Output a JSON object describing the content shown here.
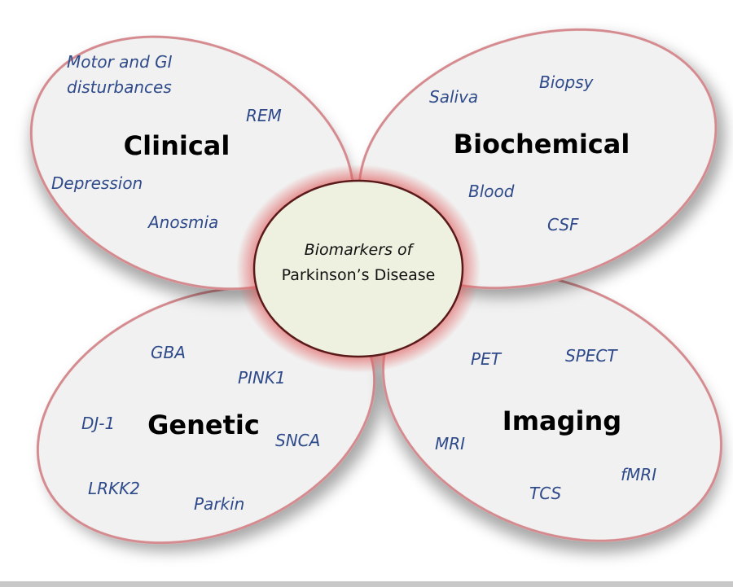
{
  "center": {
    "line1": "Biomarkers of",
    "line2": "Parkinson’s Disease"
  },
  "petals": {
    "clinical": {
      "title": "Clinical",
      "items": [
        "Motor and GI",
        "disturbances",
        "REM",
        "Depression",
        "Anosmia"
      ]
    },
    "biochemical": {
      "title": "Biochemical",
      "items": [
        "Saliva",
        "Biopsy",
        "Blood",
        "CSF"
      ]
    },
    "genetic": {
      "title": "Genetic",
      "items": [
        "GBA",
        "PINK1",
        "DJ-1",
        "SNCA",
        "LRKK2",
        "Parkin"
      ]
    },
    "imaging": {
      "title": "Imaging",
      "items": [
        "PET",
        "SPECT",
        "MRI",
        "TCS",
        "fMRI"
      ]
    }
  },
  "colors": {
    "petal_fill": "#f1f1f1",
    "petal_stroke": "#d48a8e",
    "center_fill": "#eef1e0",
    "item_text": "#2e4a8a"
  }
}
